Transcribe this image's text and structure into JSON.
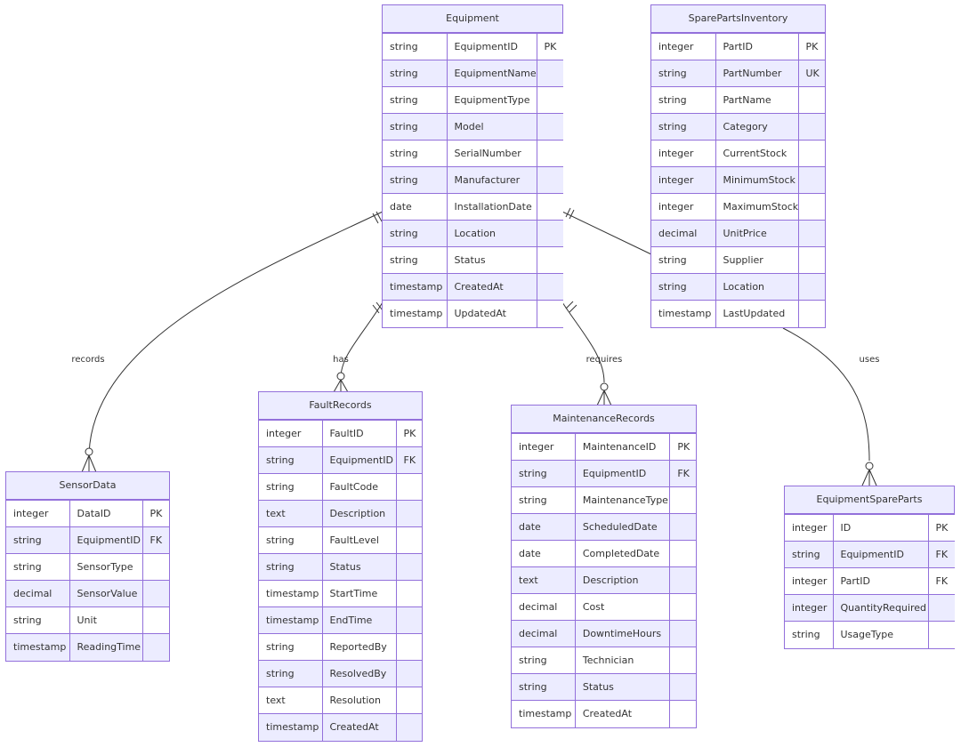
{
  "colors": {
    "border": "#9370DB",
    "header_fill": "#ECECFF",
    "alt_row_fill": "#ECECFF",
    "row_fill": "#FFFFFF",
    "edge": "#333333",
    "text": "#333333"
  },
  "entities": {
    "equipment": {
      "name": "Equipment",
      "rows": [
        [
          "string",
          "EquipmentID",
          "PK"
        ],
        [
          "string",
          "EquipmentName",
          ""
        ],
        [
          "string",
          "EquipmentType",
          ""
        ],
        [
          "string",
          "Model",
          ""
        ],
        [
          "string",
          "SerialNumber",
          ""
        ],
        [
          "string",
          "Manufacturer",
          ""
        ],
        [
          "date",
          "InstallationDate",
          ""
        ],
        [
          "string",
          "Location",
          ""
        ],
        [
          "string",
          "Status",
          ""
        ],
        [
          "timestamp",
          "CreatedAt",
          ""
        ],
        [
          "timestamp",
          "UpdatedAt",
          ""
        ]
      ]
    },
    "spare_parts_inventory": {
      "name": "SparePartsInventory",
      "rows": [
        [
          "integer",
          "PartID",
          "PK"
        ],
        [
          "string",
          "PartNumber",
          "UK"
        ],
        [
          "string",
          "PartName",
          ""
        ],
        [
          "string",
          "Category",
          ""
        ],
        [
          "integer",
          "CurrentStock",
          ""
        ],
        [
          "integer",
          "MinimumStock",
          ""
        ],
        [
          "integer",
          "MaximumStock",
          ""
        ],
        [
          "decimal",
          "UnitPrice",
          ""
        ],
        [
          "string",
          "Supplier",
          ""
        ],
        [
          "string",
          "Location",
          ""
        ],
        [
          "timestamp",
          "LastUpdated",
          ""
        ]
      ]
    },
    "fault_records": {
      "name": "FaultRecords",
      "rows": [
        [
          "integer",
          "FaultID",
          "PK"
        ],
        [
          "string",
          "EquipmentID",
          "FK"
        ],
        [
          "string",
          "FaultCode",
          ""
        ],
        [
          "text",
          "Description",
          ""
        ],
        [
          "string",
          "FaultLevel",
          ""
        ],
        [
          "string",
          "Status",
          ""
        ],
        [
          "timestamp",
          "StartTime",
          ""
        ],
        [
          "timestamp",
          "EndTime",
          ""
        ],
        [
          "string",
          "ReportedBy",
          ""
        ],
        [
          "string",
          "ResolvedBy",
          ""
        ],
        [
          "text",
          "Resolution",
          ""
        ],
        [
          "timestamp",
          "CreatedAt",
          ""
        ]
      ]
    },
    "maintenance_records": {
      "name": "MaintenanceRecords",
      "rows": [
        [
          "integer",
          "MaintenanceID",
          "PK"
        ],
        [
          "string",
          "EquipmentID",
          "FK"
        ],
        [
          "string",
          "MaintenanceType",
          ""
        ],
        [
          "date",
          "ScheduledDate",
          ""
        ],
        [
          "date",
          "CompletedDate",
          ""
        ],
        [
          "text",
          "Description",
          ""
        ],
        [
          "decimal",
          "Cost",
          ""
        ],
        [
          "decimal",
          "DowntimeHours",
          ""
        ],
        [
          "string",
          "Technician",
          ""
        ],
        [
          "string",
          "Status",
          ""
        ],
        [
          "timestamp",
          "CreatedAt",
          ""
        ]
      ]
    },
    "sensor_data": {
      "name": "SensorData",
      "rows": [
        [
          "integer",
          "DataID",
          "PK"
        ],
        [
          "string",
          "EquipmentID",
          "FK"
        ],
        [
          "string",
          "SensorType",
          ""
        ],
        [
          "decimal",
          "SensorValue",
          ""
        ],
        [
          "string",
          "Unit",
          ""
        ],
        [
          "timestamp",
          "ReadingTime",
          ""
        ]
      ]
    },
    "equipment_spare_parts": {
      "name": "EquipmentSpareParts",
      "rows": [
        [
          "integer",
          "ID",
          "PK"
        ],
        [
          "string",
          "EquipmentID",
          "FK"
        ],
        [
          "integer",
          "PartID",
          "FK"
        ],
        [
          "integer",
          "QuantityRequired",
          ""
        ],
        [
          "string",
          "UsageType",
          ""
        ]
      ]
    }
  },
  "relationships": [
    {
      "from": "Equipment",
      "to": "SensorData",
      "label": "records",
      "from_card": "exactly-one",
      "to_card": "zero-or-many"
    },
    {
      "from": "Equipment",
      "to": "FaultRecords",
      "label": "has",
      "from_card": "exactly-one",
      "to_card": "zero-or-many"
    },
    {
      "from": "Equipment",
      "to": "MaintenanceRecords",
      "label": "requires",
      "from_card": "exactly-one",
      "to_card": "zero-or-many"
    },
    {
      "from": "Equipment",
      "to": "SparePartsInventory",
      "label": "",
      "from_card": "exactly-one",
      "to_card": "none"
    },
    {
      "from": "SparePartsInventory",
      "to": "EquipmentSpareParts",
      "label": "uses",
      "from_card": "none",
      "to_card": "zero-or-many"
    }
  ]
}
